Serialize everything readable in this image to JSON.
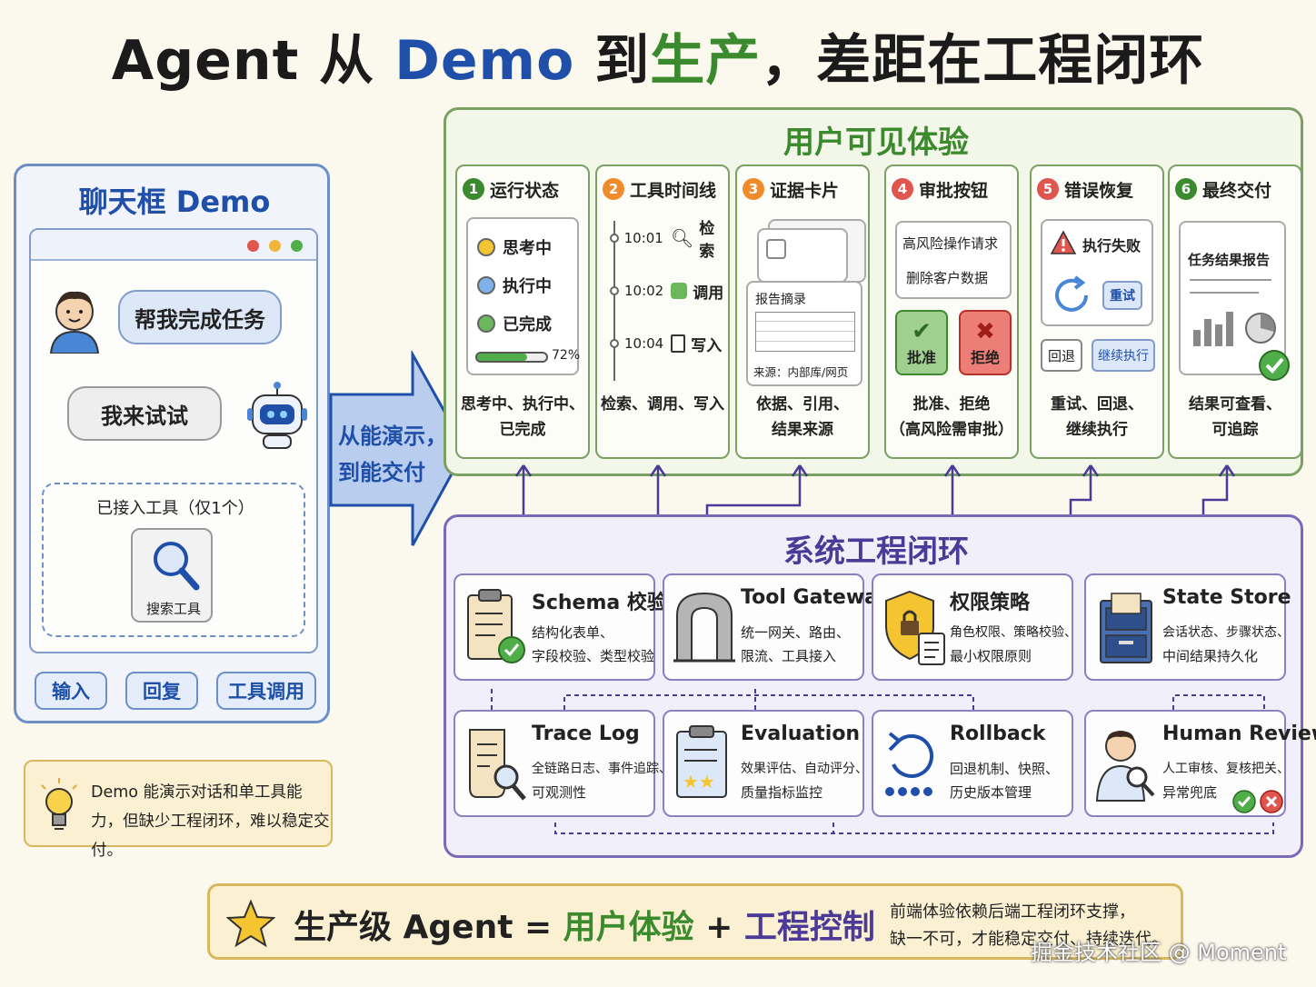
{
  "title": {
    "part1": "Agent 从 ",
    "part2": "Demo",
    "part3": " 到",
    "part4": "生产",
    "part5": "，差距在工程闭环"
  },
  "demo": {
    "title": "聊天框 Demo",
    "user_message": "帮我完成任务",
    "bot_message": "我来试试",
    "tools_label": "已接入工具（仅1个）",
    "tool_name": "搜索工具",
    "buttons": [
      "输入",
      "回复",
      "工具调用"
    ]
  },
  "arrow_text_1": "从能演示，",
  "arrow_text_2": "到能交付",
  "note": "Demo 能演示对话和单工具能力，但缺少工程闭环，难以稳定交付。",
  "ux": {
    "title": "用户可见体验",
    "cards": [
      {
        "num": "1",
        "title": "运行状态",
        "caption1": "思考中、执行中、",
        "caption2": "已完成"
      },
      {
        "num": "2",
        "title": "工具时间线",
        "caption1": "检索、调用、写入",
        "caption2": ""
      },
      {
        "num": "3",
        "title": "证据卡片",
        "caption1": "依据、引用、",
        "caption2": "结果来源"
      },
      {
        "num": "4",
        "title": "审批按钮",
        "caption1": "批准、拒绝",
        "caption2": "（高风险需审批）"
      },
      {
        "num": "5",
        "title": "错误恢复",
        "caption1": "重试、回退、",
        "caption2": "继续执行"
      },
      {
        "num": "6",
        "title": "最终交付",
        "caption1": "结果可查看、",
        "caption2": "可追踪"
      }
    ],
    "status": {
      "thinking": "思考中",
      "running": "执行中",
      "done": "已完成",
      "progress": 72,
      "progress_label": "72%"
    },
    "timeline": [
      {
        "time": "10:01",
        "label": "检索"
      },
      {
        "time": "10:02",
        "label": "调用"
      },
      {
        "time": "10:04",
        "label": "写入"
      }
    ],
    "evidence": {
      "summary": "报告摘录",
      "source": "来源：内部库/网页"
    },
    "approval": {
      "line1": "高风险操作请求",
      "line2": "删除客户数据",
      "approve": "批准",
      "reject": "拒绝"
    },
    "recovery": {
      "error": "执行失败",
      "retry": "重试",
      "rollback": "回退",
      "continue": "继续执行"
    },
    "delivery": {
      "report": "任务结果报告"
    }
  },
  "sys": {
    "title": "系统工程闭环",
    "cards": [
      {
        "title": "Schema 校验",
        "desc1": "结构化表单、",
        "desc2": "字段校验、类型校验"
      },
      {
        "title": "Tool Gateway",
        "desc1": "统一网关、路由、",
        "desc2": "限流、工具接入"
      },
      {
        "title": "权限策略",
        "desc1": "角色权限、策略校验、",
        "desc2": "最小权限原则"
      },
      {
        "title": "State Store",
        "desc1": "会话状态、步骤状态、",
        "desc2": "中间结果持久化"
      },
      {
        "title": "Trace Log",
        "desc1": "全链路日志、事件追踪、",
        "desc2": "可观测性"
      },
      {
        "title": "Evaluation",
        "desc1": "效果评估、自动评分、",
        "desc2": "质量指标监控"
      },
      {
        "title": "Rollback",
        "desc1": "回退机制、快照、",
        "desc2": "历史版本管理"
      },
      {
        "title": "Human Review",
        "desc1": "人工审核、复核把关、",
        "desc2": "异常兜底"
      }
    ]
  },
  "formula": {
    "left": "生产级 Agent = ",
    "ux": "用户体验",
    "plus": " + ",
    "eng": "工程控制",
    "side1": "前端体验依赖后端工程闭环支撑，",
    "side2": "缺一不可，才能稳定交付、持续迭代。"
  },
  "watermark": "掘金技术社区 @ Moment",
  "colors": {
    "blue": "#1f4fa8",
    "green": "#3b8a2e",
    "purple": "#4b3a98",
    "gold": "#d9b85c"
  }
}
